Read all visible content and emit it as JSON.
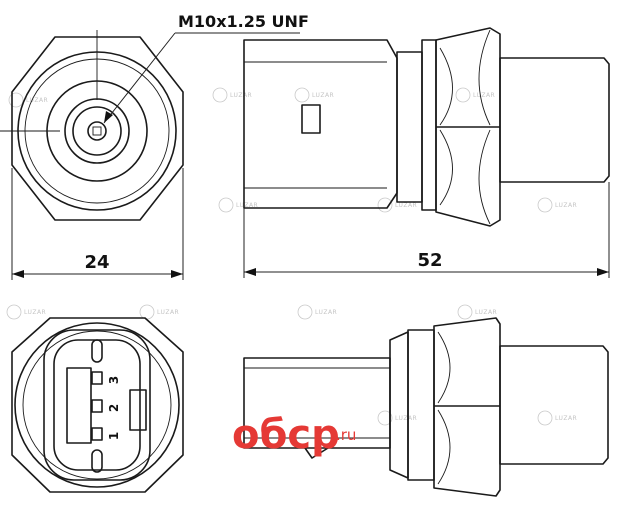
{
  "labels": {
    "thread": "M10x1.25 UNF",
    "width_dim": "24",
    "length_dim": "52",
    "pins": [
      "1",
      "2",
      "3"
    ]
  },
  "watermark": {
    "brand": "LUZAR"
  },
  "logo": {
    "text": "обср",
    "suffix": ".ru",
    "color": "#e53935"
  }
}
